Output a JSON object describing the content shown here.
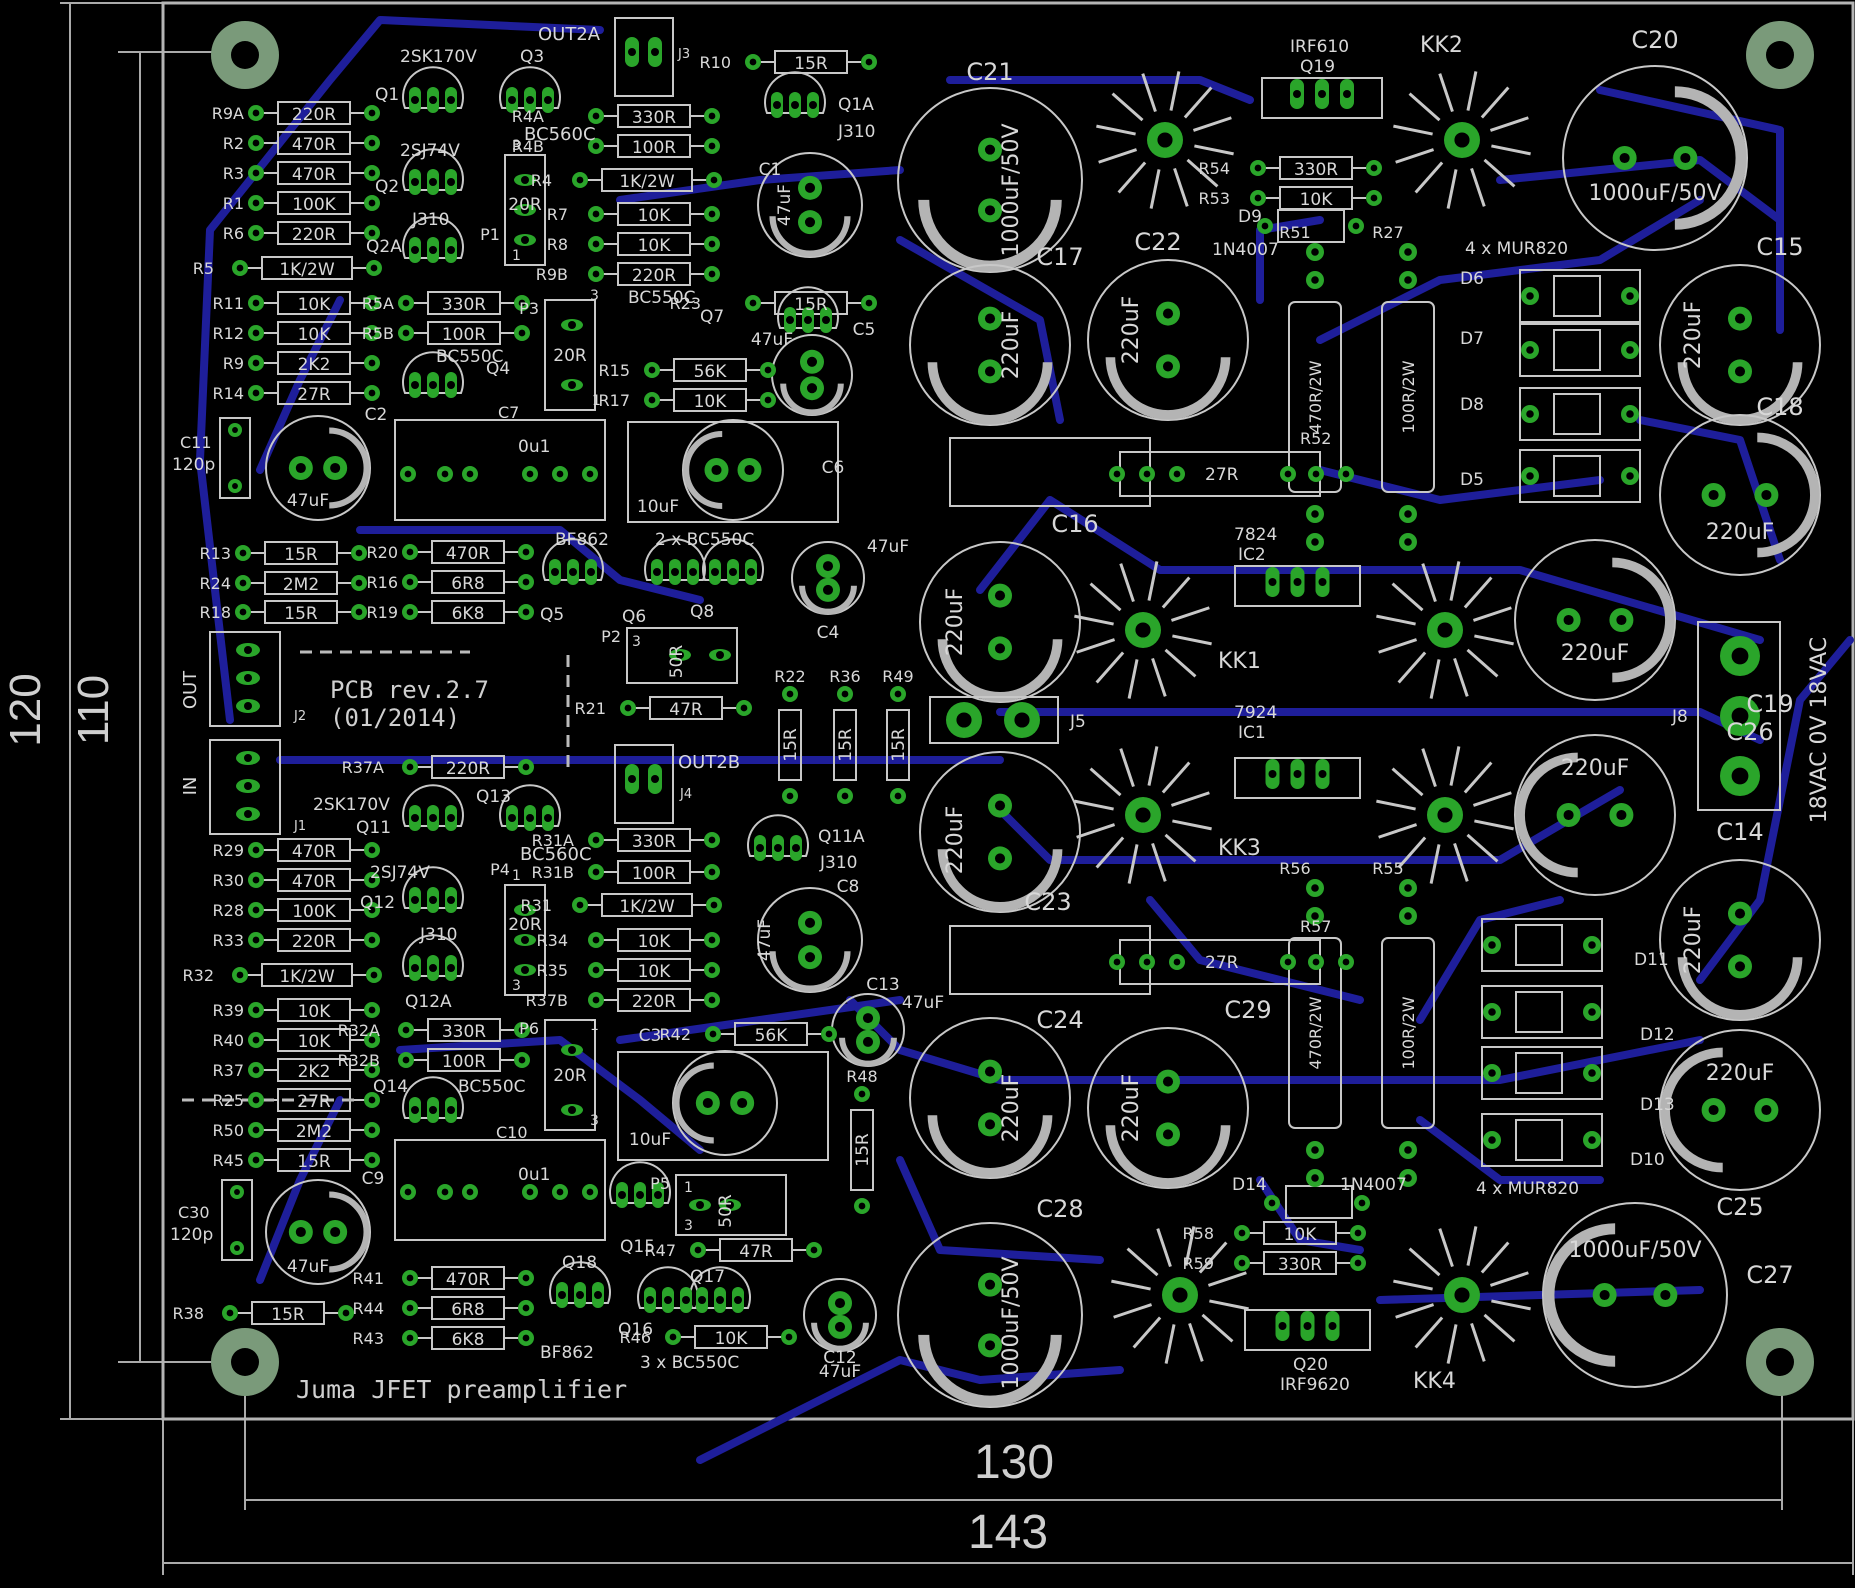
{
  "board": {
    "rev": "PCB rev.2.7",
    "date": "(01/2014)",
    "name": "Juma JFET preamplifier"
  },
  "dimensions": {
    "height_outer": "120",
    "height_inner": "110",
    "width_inner": "130",
    "width_outer": "143"
  },
  "colors": {
    "background": "#000000",
    "trace": "#1e1e9a",
    "pad": "#2aa52a",
    "silk": "#c8c8c8",
    "drill": "#000000"
  },
  "resistors": [
    {
      "ref": "R9A",
      "val": "220R"
    },
    {
      "ref": "R2",
      "val": "470R"
    },
    {
      "ref": "R3",
      "val": "470R"
    },
    {
      "ref": "R1",
      "val": "100K"
    },
    {
      "ref": "R6",
      "val": "220R"
    },
    {
      "ref": "R5",
      "val": "1K/2W"
    },
    {
      "ref": "R11",
      "val": "10K"
    },
    {
      "ref": "R12",
      "val": "10K"
    },
    {
      "ref": "R9",
      "val": "2K2"
    },
    {
      "ref": "R14",
      "val": "27R"
    },
    {
      "ref": "R4A",
      "val": "330R"
    },
    {
      "ref": "R4B",
      "val": "100R"
    },
    {
      "ref": "R4",
      "val": "1K/2W"
    },
    {
      "ref": "R7",
      "val": "10K"
    },
    {
      "ref": "R8",
      "val": "10K"
    },
    {
      "ref": "R9B",
      "val": "220R"
    },
    {
      "ref": "R10",
      "val": "15R"
    },
    {
      "ref": "R5A",
      "val": "330R"
    },
    {
      "ref": "R5B",
      "val": "100R"
    },
    {
      "ref": "R23",
      "val": "15R"
    },
    {
      "ref": "R15",
      "val": "56K"
    },
    {
      "ref": "R17",
      "val": "10K"
    },
    {
      "ref": "R13",
      "val": "15R"
    },
    {
      "ref": "R24",
      "val": "2M2"
    },
    {
      "ref": "R18",
      "val": "15R"
    },
    {
      "ref": "R20",
      "val": "470R"
    },
    {
      "ref": "R16",
      "val": "6R8"
    },
    {
      "ref": "R19",
      "val": "6K8"
    },
    {
      "ref": "R21",
      "val": "47R"
    },
    {
      "ref": "R22",
      "val": "15R"
    },
    {
      "ref": "R36",
      "val": "15R"
    },
    {
      "ref": "R49",
      "val": "15R"
    },
    {
      "ref": "R37A",
      "val": "220R"
    },
    {
      "ref": "R29",
      "val": "470R"
    },
    {
      "ref": "R30",
      "val": "470R"
    },
    {
      "ref": "R28",
      "val": "100K"
    },
    {
      "ref": "R33",
      "val": "220R"
    },
    {
      "ref": "R32",
      "val": "1K/2W"
    },
    {
      "ref": "R39",
      "val": "10K"
    },
    {
      "ref": "R40",
      "val": "10K"
    },
    {
      "ref": "R37",
      "val": "2K2"
    },
    {
      "ref": "R25",
      "val": "27R"
    },
    {
      "ref": "R50",
      "val": "2M2"
    },
    {
      "ref": "R45",
      "val": "15R"
    },
    {
      "ref": "R31A",
      "val": "330R"
    },
    {
      "ref": "R31B",
      "val": "100R"
    },
    {
      "ref": "R31",
      "val": "1K/2W"
    },
    {
      "ref": "R34",
      "val": "10K"
    },
    {
      "ref": "R35",
      "val": "10K"
    },
    {
      "ref": "R37B",
      "val": "220R"
    },
    {
      "ref": "R32A",
      "val": "330R"
    },
    {
      "ref": "R32B",
      "val": "100R"
    },
    {
      "ref": "R42",
      "val": "56K"
    },
    {
      "ref": "R48",
      "val": "15R"
    },
    {
      "ref": "R47",
      "val": "47R"
    },
    {
      "ref": "R46",
      "val": "10K"
    },
    {
      "ref": "R41",
      "val": "470R"
    },
    {
      "ref": "R44",
      "val": "6R8"
    },
    {
      "ref": "R43",
      "val": "6K8"
    },
    {
      "ref": "R38",
      "val": "15R"
    },
    {
      "ref": "R54",
      "val": "330R"
    },
    {
      "ref": "R53",
      "val": "10K"
    },
    {
      "ref": "R51",
      "val": "470R/2W"
    },
    {
      "ref": "R27",
      "val": "100R/2W"
    },
    {
      "ref": "R52",
      "val": "27R"
    },
    {
      "ref": "R57",
      "val": "27R"
    },
    {
      "ref": "R56",
      "val": "470R/2W"
    },
    {
      "ref": "R55",
      "val": "100R/2W"
    },
    {
      "ref": "R58",
      "val": "10K"
    },
    {
      "ref": "R59",
      "val": "330R"
    }
  ],
  "capacitors": [
    {
      "ref": "C21",
      "val": "1000uF/50V"
    },
    {
      "ref": "C20",
      "val": "1000uF/50V"
    },
    {
      "ref": "C17",
      "val": "220uF"
    },
    {
      "ref": "C22",
      "val": "220uF"
    },
    {
      "ref": "C15",
      "val": "220uF"
    },
    {
      "ref": "C18",
      "val": "220uF"
    },
    {
      "ref": "C16",
      "val": "220uF"
    },
    {
      "ref": "C19",
      "val": "220uF"
    },
    {
      "ref": "C26",
      "val": "220uF"
    },
    {
      "ref": "C14",
      "val": "220uF"
    },
    {
      "ref": "C23",
      "val": "220uF"
    },
    {
      "ref": "C24",
      "val": "220uF"
    },
    {
      "ref": "C29",
      "val": "220uF"
    },
    {
      "ref": "C25",
      "val": "220uF"
    },
    {
      "ref": "C28",
      "val": "1000uF/50V"
    },
    {
      "ref": "C27",
      "val": "1000uF/50V"
    },
    {
      "ref": "C1",
      "val": "47uF"
    },
    {
      "ref": "C5",
      "val": "47uF"
    },
    {
      "ref": "C2",
      "val": "47uF"
    },
    {
      "ref": "C11",
      "val": "120p"
    },
    {
      "ref": "C7",
      "val": "0u1"
    },
    {
      "ref": "C6",
      "val": "10uF"
    },
    {
      "ref": "C4",
      "val": "47uF"
    },
    {
      "ref": "C8",
      "val": "47uF"
    },
    {
      "ref": "C13",
      "val": "47uF"
    },
    {
      "ref": "C3",
      "val": "10uF"
    },
    {
      "ref": "C10",
      "val": "0u1"
    },
    {
      "ref": "C9",
      "val": "47uF"
    },
    {
      "ref": "C30",
      "val": "120p"
    },
    {
      "ref": "C12",
      "val": "47uF"
    }
  ],
  "semis": [
    {
      "ref": "Q1",
      "val": "2SK170V"
    },
    {
      "ref": "Q3",
      "val": "BC560C"
    },
    {
      "ref": "Q2",
      "val": "2SJ74V"
    },
    {
      "ref": "Q2A",
      "val": "J310"
    },
    {
      "ref": "Q1A",
      "val": "J310"
    },
    {
      "ref": "Q4",
      "val": "BC550C"
    },
    {
      "ref": "Q7",
      "val": "BC550C"
    },
    {
      "ref": "Q5",
      "val": "BF862"
    },
    {
      "ref": "Q6",
      "val": "2 x BC550C"
    },
    {
      "ref": "Q8",
      "val": ""
    },
    {
      "ref": "Q11",
      "val": "2SK170V"
    },
    {
      "ref": "Q13",
      "val": "BC560C"
    },
    {
      "ref": "Q12",
      "val": "2SJ74V"
    },
    {
      "ref": "Q12A",
      "val": "J310"
    },
    {
      "ref": "Q11A",
      "val": "J310"
    },
    {
      "ref": "Q14",
      "val": "BC550C"
    },
    {
      "ref": "Q15",
      "val": ""
    },
    {
      "ref": "Q18",
      "val": "BF862"
    },
    {
      "ref": "Q16",
      "val": "3 x BC550C"
    },
    {
      "ref": "Q17",
      "val": ""
    },
    {
      "ref": "Q19",
      "val": "IRF610"
    },
    {
      "ref": "Q20",
      "val": "IRF9620"
    },
    {
      "ref": "IC2",
      "val": "7824"
    },
    {
      "ref": "IC1",
      "val": "7924"
    },
    {
      "ref": "D9",
      "val": "1N4007"
    },
    {
      "ref": "D14",
      "val": "1N4007"
    },
    {
      "ref": "D6",
      "val": "4 x MUR820"
    },
    {
      "ref": "D7",
      "val": ""
    },
    {
      "ref": "D8",
      "val": ""
    },
    {
      "ref": "D5",
      "val": ""
    },
    {
      "ref": "D11",
      "val": "4 x MUR820"
    },
    {
      "ref": "D12",
      "val": ""
    },
    {
      "ref": "D13",
      "val": ""
    },
    {
      "ref": "D10",
      "val": ""
    }
  ],
  "trimmers": [
    {
      "ref": "P1",
      "val": "20R"
    },
    {
      "ref": "P3",
      "val": "20R"
    },
    {
      "ref": "P2",
      "val": "50R"
    },
    {
      "ref": "P4",
      "val": "20R"
    },
    {
      "ref": "P6",
      "val": "20R"
    },
    {
      "ref": "P5",
      "val": "50R"
    }
  ],
  "connectors": [
    {
      "ref": "J3",
      "val": "OUT2A"
    },
    {
      "ref": "J4",
      "val": "OUT2B"
    },
    {
      "ref": "J2",
      "val": "OUT"
    },
    {
      "ref": "J1",
      "val": "IN"
    },
    {
      "ref": "J5",
      "val": ""
    },
    {
      "ref": "J8",
      "val": "18VAC 0V 18VAC"
    }
  ],
  "heatsinks": [
    "KK1",
    "KK2",
    "KK3",
    "KK4"
  ],
  "pin_marks": {
    "one": "1",
    "three": "3"
  }
}
